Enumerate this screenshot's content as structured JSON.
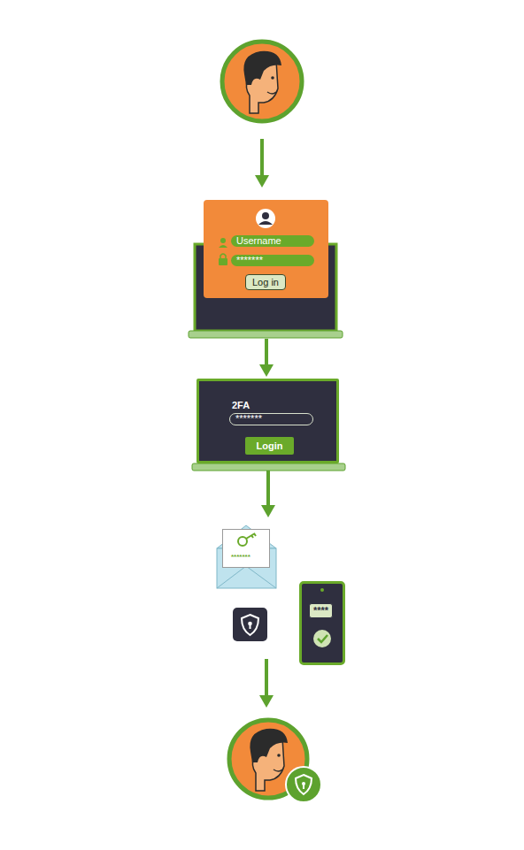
{
  "diagram": {
    "nodes": [
      {
        "text": [
          "Username",
          "*******"
        ]
      },
      {
        "text": [
          "Log in"
        ],
        "in": 0
      },
      {
        "text": [
          "2FA",
          "*******"
        ]
      },
      {
        "text": [
          "Login"
        ],
        "in": 2
      },
      {
        "text": [
          "*******"
        ]
      },
      {
        "text": [
          "****"
        ]
      }
    ],
    "edges": [
      {
        "from": 0,
        "to": 2,
        "arrow": "to"
      },
      {
        "from": 2,
        "to": 4,
        "arrow": "to"
      }
    ]
  }
}
